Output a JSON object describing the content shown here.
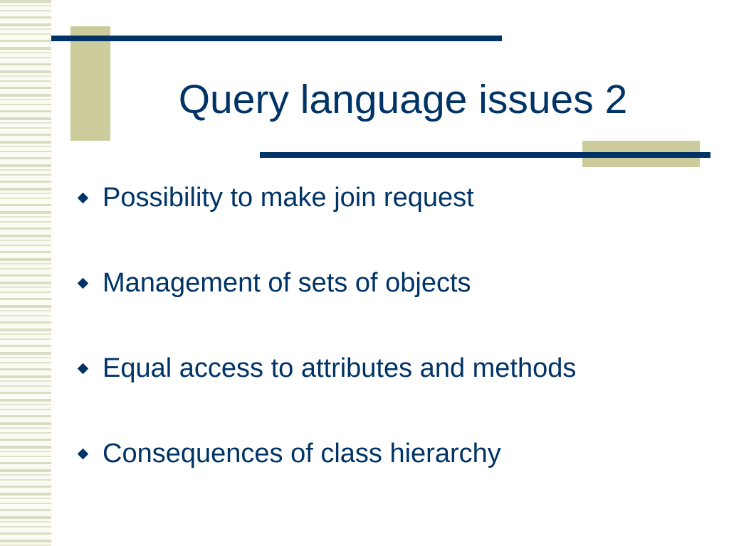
{
  "slide": {
    "title": "Query language issues 2",
    "bullets": [
      {
        "text": "Possibility to make join request",
        "icon": "diamond-bullet-icon"
      },
      {
        "text": "Management of sets of objects",
        "icon": "diamond-bullet-icon"
      },
      {
        "text": "Equal access to attributes and methods",
        "icon": "diamond-bullet-icon"
      },
      {
        "text": "Consequences of class hierarchy",
        "icon": "diamond-bullet-icon"
      }
    ]
  },
  "theme": {
    "accent_navy": "#003366",
    "accent_khaki": "#cbcb9c",
    "stripe_color": "#dcdcc4",
    "background": "#ffffff"
  }
}
